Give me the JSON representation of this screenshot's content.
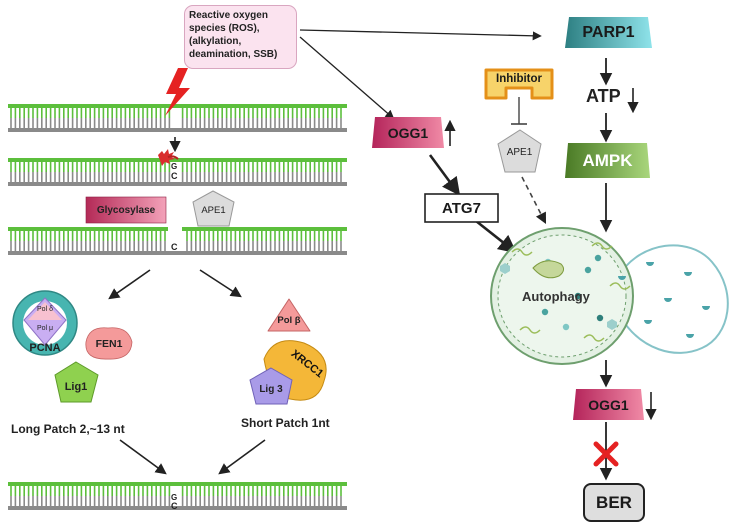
{
  "ros": {
    "line1": "Reactive oxygen",
    "line2": "species (ROS),",
    "line3": "(alkylation,",
    "line4": "deamination, SSB)"
  },
  "enzymes": {
    "glycosylase": "Glycosylase",
    "ape1_left": "APE1",
    "pol_delta": "Pol δ",
    "pol_mu": "Pol μ",
    "pcna": "PCNA",
    "fen1": "FEN1",
    "lig1": "Lig1",
    "pol_beta": "Pol β",
    "xrcc1": "XRCC1",
    "lig3": "Lig 3"
  },
  "pathways": {
    "long_patch": "Long Patch 2,~13 nt",
    "short_patch": "Short Patch 1nt"
  },
  "bases": {
    "g": "G",
    "c": "C"
  },
  "right": {
    "parp1": "PARP1",
    "atp": "ATP",
    "ampk": "AMPK",
    "inhibitor": "Inhibitor",
    "ape1": "APE1",
    "ogg1_top": "OGG1",
    "atg7": "ATG7",
    "autophagy": "Autophagy",
    "ogg1_bottom": "OGG1",
    "ber": "BER"
  },
  "colors": {
    "dna_top": "#5cbf3c",
    "dna_bottom": "#8a8a8a",
    "ogg1": "#c0305e",
    "parp1": "#2f8f92",
    "ampk": "#5a8a2f",
    "inhibitor": "#f0a33a",
    "lightning": "#e52222",
    "cross": "#e52222",
    "pcna": "#47b5b0",
    "lig1": "#8fd14f",
    "xrcc1": "#f4b738",
    "lig3": "#a99be8",
    "pol_beta": "#f49a9a",
    "fen1": "#f49a9a",
    "autophagy_fill": "#e4f1e4"
  }
}
